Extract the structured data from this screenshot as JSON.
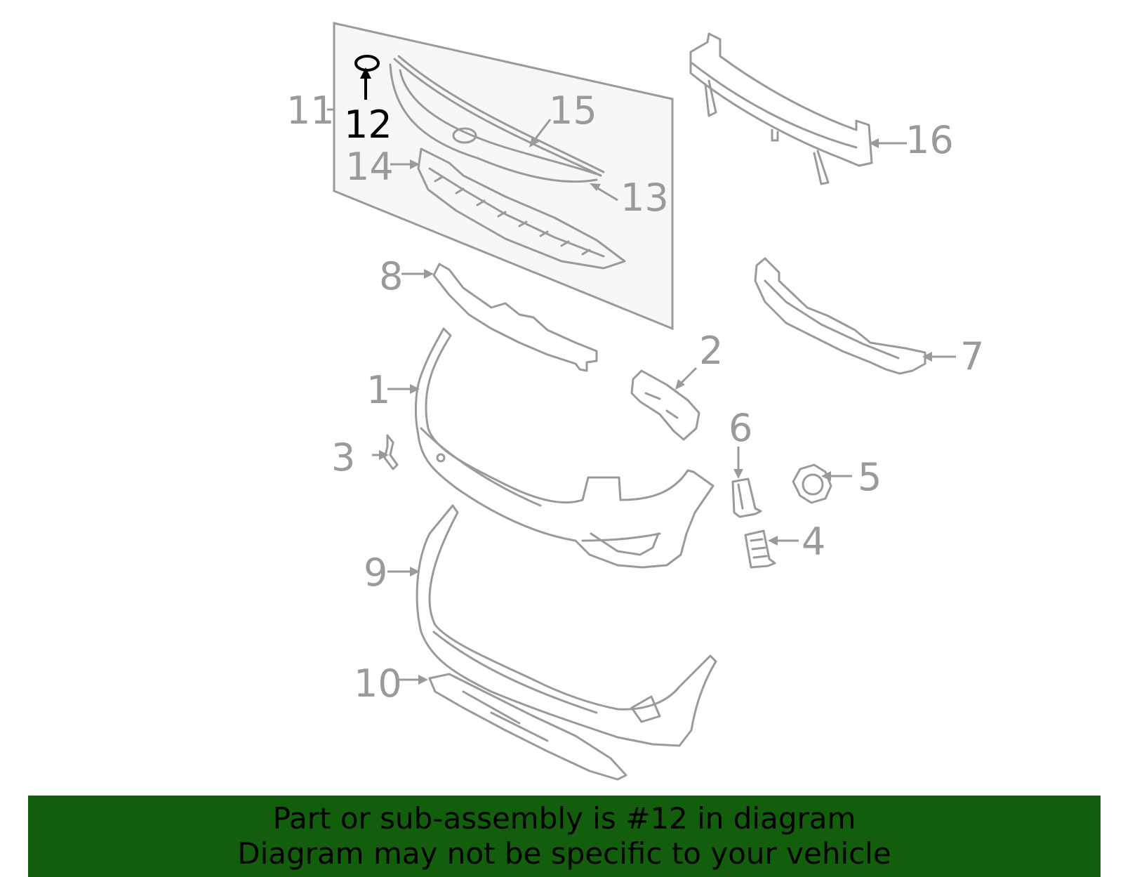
{
  "callouts": {
    "c1": "1",
    "c2": "2",
    "c3": "3",
    "c4": "4",
    "c5": "5",
    "c6": "6",
    "c7": "7",
    "c8": "8",
    "c9": "9",
    "c10": "10",
    "c11": "11",
    "c12": "12",
    "c13": "13",
    "c14": "14",
    "c15": "15",
    "c16": "16"
  },
  "highlighted_part": "12",
  "colors": {
    "line": "#9a9a9a",
    "highlight": "#000000",
    "banner_bg": "#125e0c",
    "banner_text": "#000000",
    "panel_bg": "#f7f7f7"
  },
  "banner": {
    "line1": "Part or sub-assembly is #12 in diagram",
    "line2": "Diagram may not be specific to your vehicle"
  }
}
